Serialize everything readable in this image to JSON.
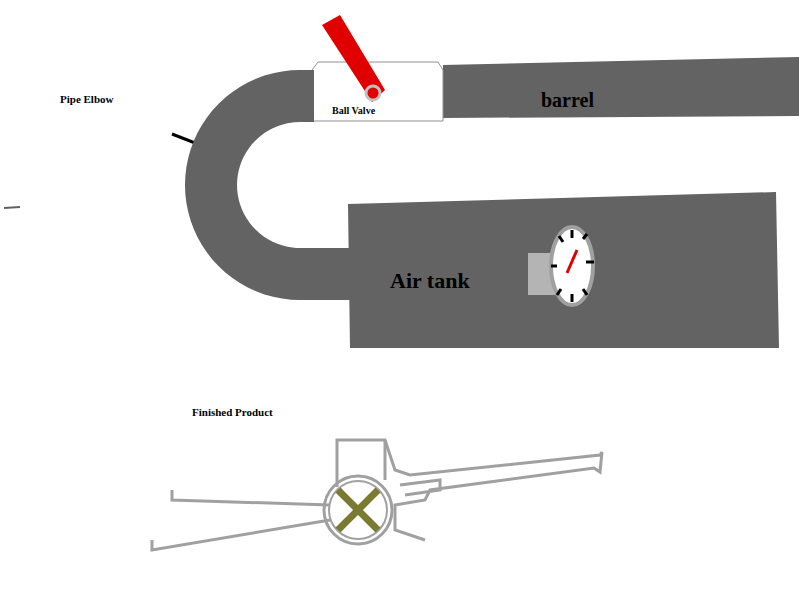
{
  "diagram": {
    "nodes": [
      {
        "text": [
          "Ball Valve"
        ]
      },
      {
        "text": [
          "barrel"
        ]
      },
      {
        "text": [
          "Air tank"
        ]
      }
    ],
    "edges": [
      {
        "from": 2,
        "to": 0,
        "arrow": "none"
      }
    ],
    "labels": [
      "Pipe Elbow",
      "Finished Product"
    ]
  }
}
